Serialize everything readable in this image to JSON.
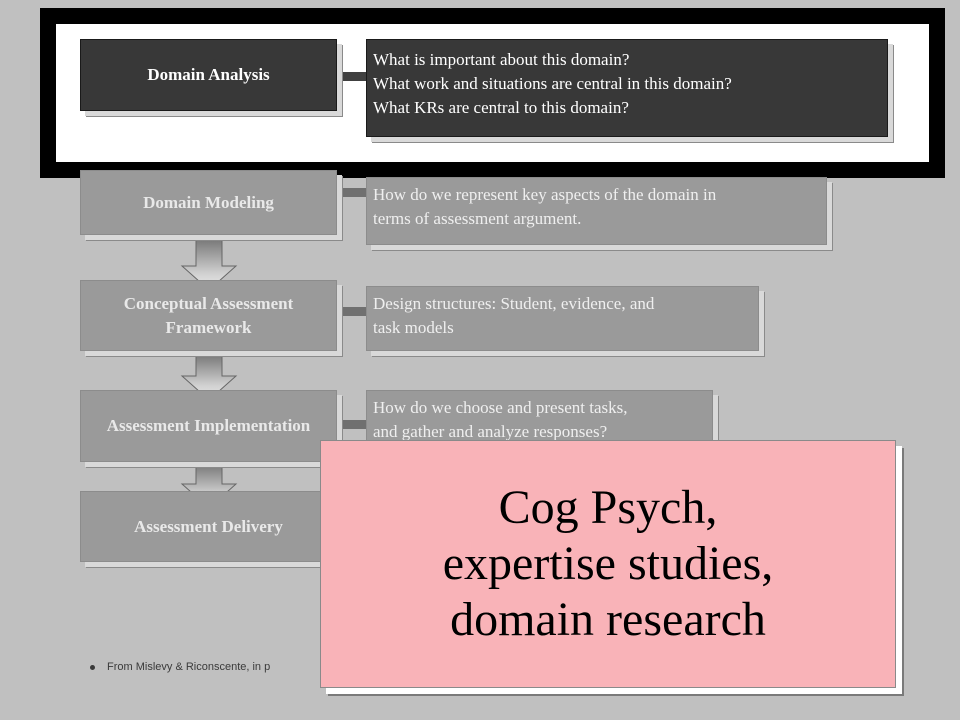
{
  "stages": [
    {
      "label": "Domain Analysis"
    },
    {
      "label": "Domain Modeling"
    },
    {
      "label": "Conceptual Assessment Framework"
    },
    {
      "label": "Assessment Implementation"
    },
    {
      "label": "Assessment  Delivery"
    }
  ],
  "descriptions": [
    {
      "lines": [
        "What is important about this domain?",
        "What work and situations are central in this domain?",
        "What KRs are central to this domain?"
      ]
    },
    {
      "lines": [
        "How do we represent key aspects of the  domain in",
        "terms of assessment  argument."
      ]
    },
    {
      "lines": [
        "Design structures: Student, evidence, and",
        "task models"
      ]
    },
    {
      "lines": [
        "How do we choose and present tasks,",
        "and gather and analyze responses?"
      ]
    }
  ],
  "callout": {
    "lines": [
      "Cog Psych,",
      "expertise studies,",
      "domain research"
    ]
  },
  "footnote": "From Mislevy & Riconscente, in p"
}
